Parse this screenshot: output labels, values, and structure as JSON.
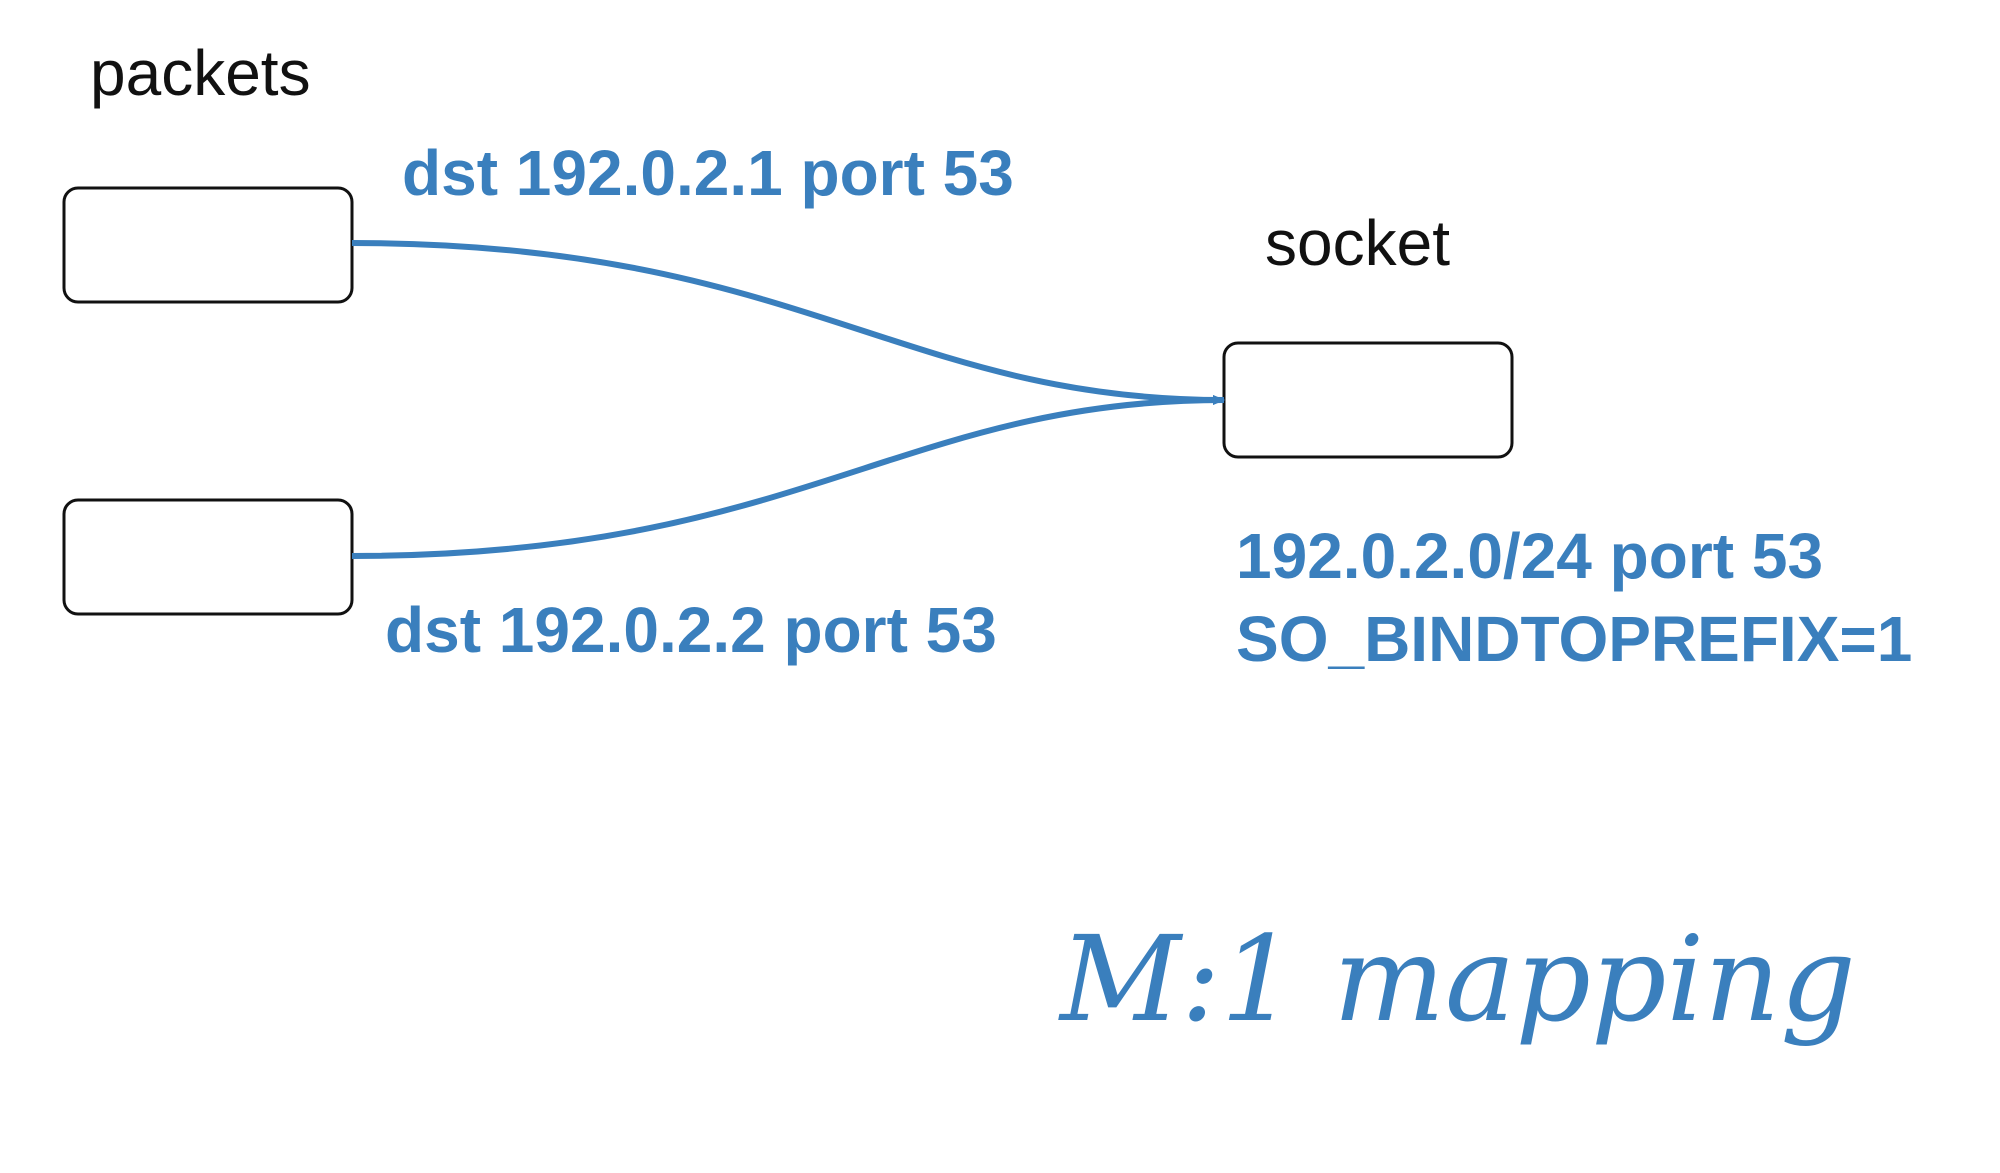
{
  "labels": {
    "packets": "packets",
    "socket": "socket"
  },
  "edges": {
    "top": "dst 192.0.2.1 port 53",
    "bottom": "dst  192.0.2.2 port 53"
  },
  "socket_info": {
    "line1": "192.0.2.0/24 port 53",
    "line2": "SO_BINDTOPREFIX=1"
  },
  "caption": "M:1 mapping",
  "colors": {
    "accent": "#3a7fbd",
    "stroke": "#111111"
  }
}
